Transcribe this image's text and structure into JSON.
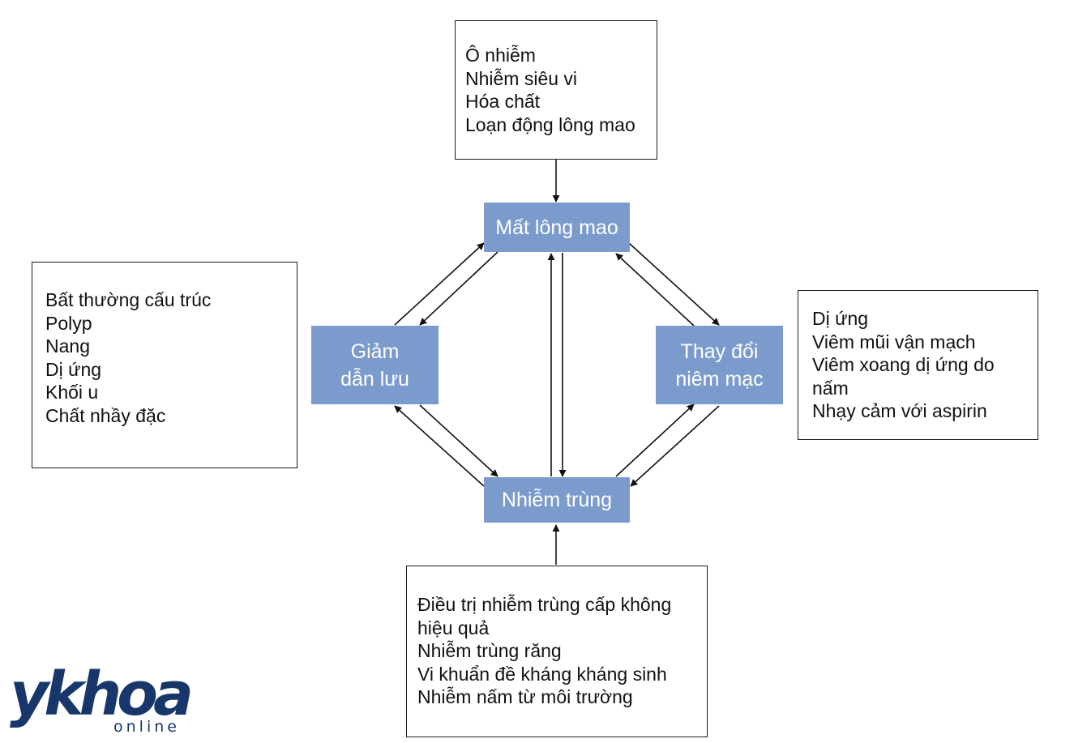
{
  "nodes": {
    "cilia_loss": "Mất lông mao",
    "reduced_drainage": [
      "Giảm",
      "dẫn lưu"
    ],
    "mucosal_change": [
      "Thay đổi",
      "niêm mạc"
    ],
    "infection": "Nhiễm trùng"
  },
  "boxes": {
    "top": [
      "Ô nhiễm",
      "Nhiễm siêu vi",
      "Hóa chất",
      "Loạn động lông mao"
    ],
    "left": [
      "Bất thường cấu trúc",
      "Polyp",
      "Nang",
      "Dị ứng",
      "Khối u",
      "Chất nhầy đặc"
    ],
    "right": [
      "Dị ứng",
      "Viêm mũi vận mạch",
      "Viêm xoang dị ứng do",
      "nấm",
      "Nhạy cảm với aspirin"
    ],
    "bottom": [
      "Điều trị nhiễm trùng cấp không",
      "hiệu quả",
      "Nhiễm trùng răng",
      "Vi khuẩn đề kháng kháng sinh",
      "Nhiễm nấm từ môi trường"
    ]
  },
  "logo": {
    "main": "ykhoa",
    "sub": "online"
  },
  "colors": {
    "node_fill": "#7b9bcc",
    "node_text": "#ffffff",
    "border": "#1a1a1a",
    "logo": "#17376b"
  }
}
